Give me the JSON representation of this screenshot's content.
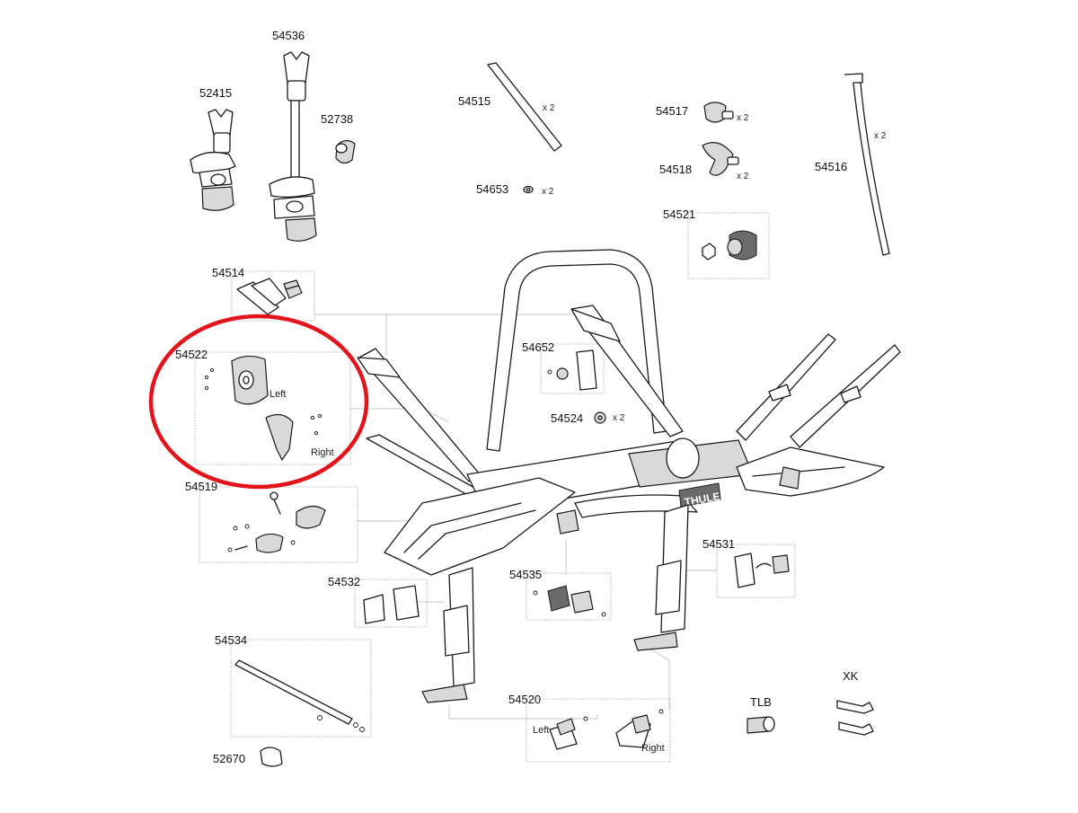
{
  "parts": {
    "p54536": {
      "number": "54536"
    },
    "p52415": {
      "number": "52415"
    },
    "p52738": {
      "number": "52738"
    },
    "p54515": {
      "number": "54515",
      "qty": "x 2"
    },
    "p54653": {
      "number": "54653",
      "qty": "x 2"
    },
    "p54517": {
      "number": "54517",
      "qty": "x 2"
    },
    "p54518": {
      "number": "54518",
      "qty": "x 2"
    },
    "p54516": {
      "number": "54516",
      "qty": "x 2"
    },
    "p54521": {
      "number": "54521"
    },
    "p54514": {
      "number": "54514"
    },
    "p54522": {
      "number": "54522",
      "left": "Left",
      "right": "Right"
    },
    "p54652": {
      "number": "54652"
    },
    "p54524": {
      "number": "54524",
      "qty": "x 2"
    },
    "p54519": {
      "number": "54519"
    },
    "p54531": {
      "number": "54531"
    },
    "p54532": {
      "number": "54532"
    },
    "p54535": {
      "number": "54535"
    },
    "p54534": {
      "number": "54534"
    },
    "p54520": {
      "number": "54520",
      "left": "Left",
      "right": "Right"
    },
    "p52670": {
      "number": "52670"
    },
    "tlb": {
      "number": "TLB"
    },
    "xk": {
      "number": "XK"
    }
  },
  "brand": {
    "logo_text": "THULE"
  },
  "highlight": {
    "color": "#e3141b",
    "target": "54522"
  },
  "colors": {
    "line": "#1a1a1a",
    "box": "#9a9a9a",
    "fill": "#ffffff",
    "shade": "#d8d8d8",
    "dark": "#6b6b6b"
  }
}
